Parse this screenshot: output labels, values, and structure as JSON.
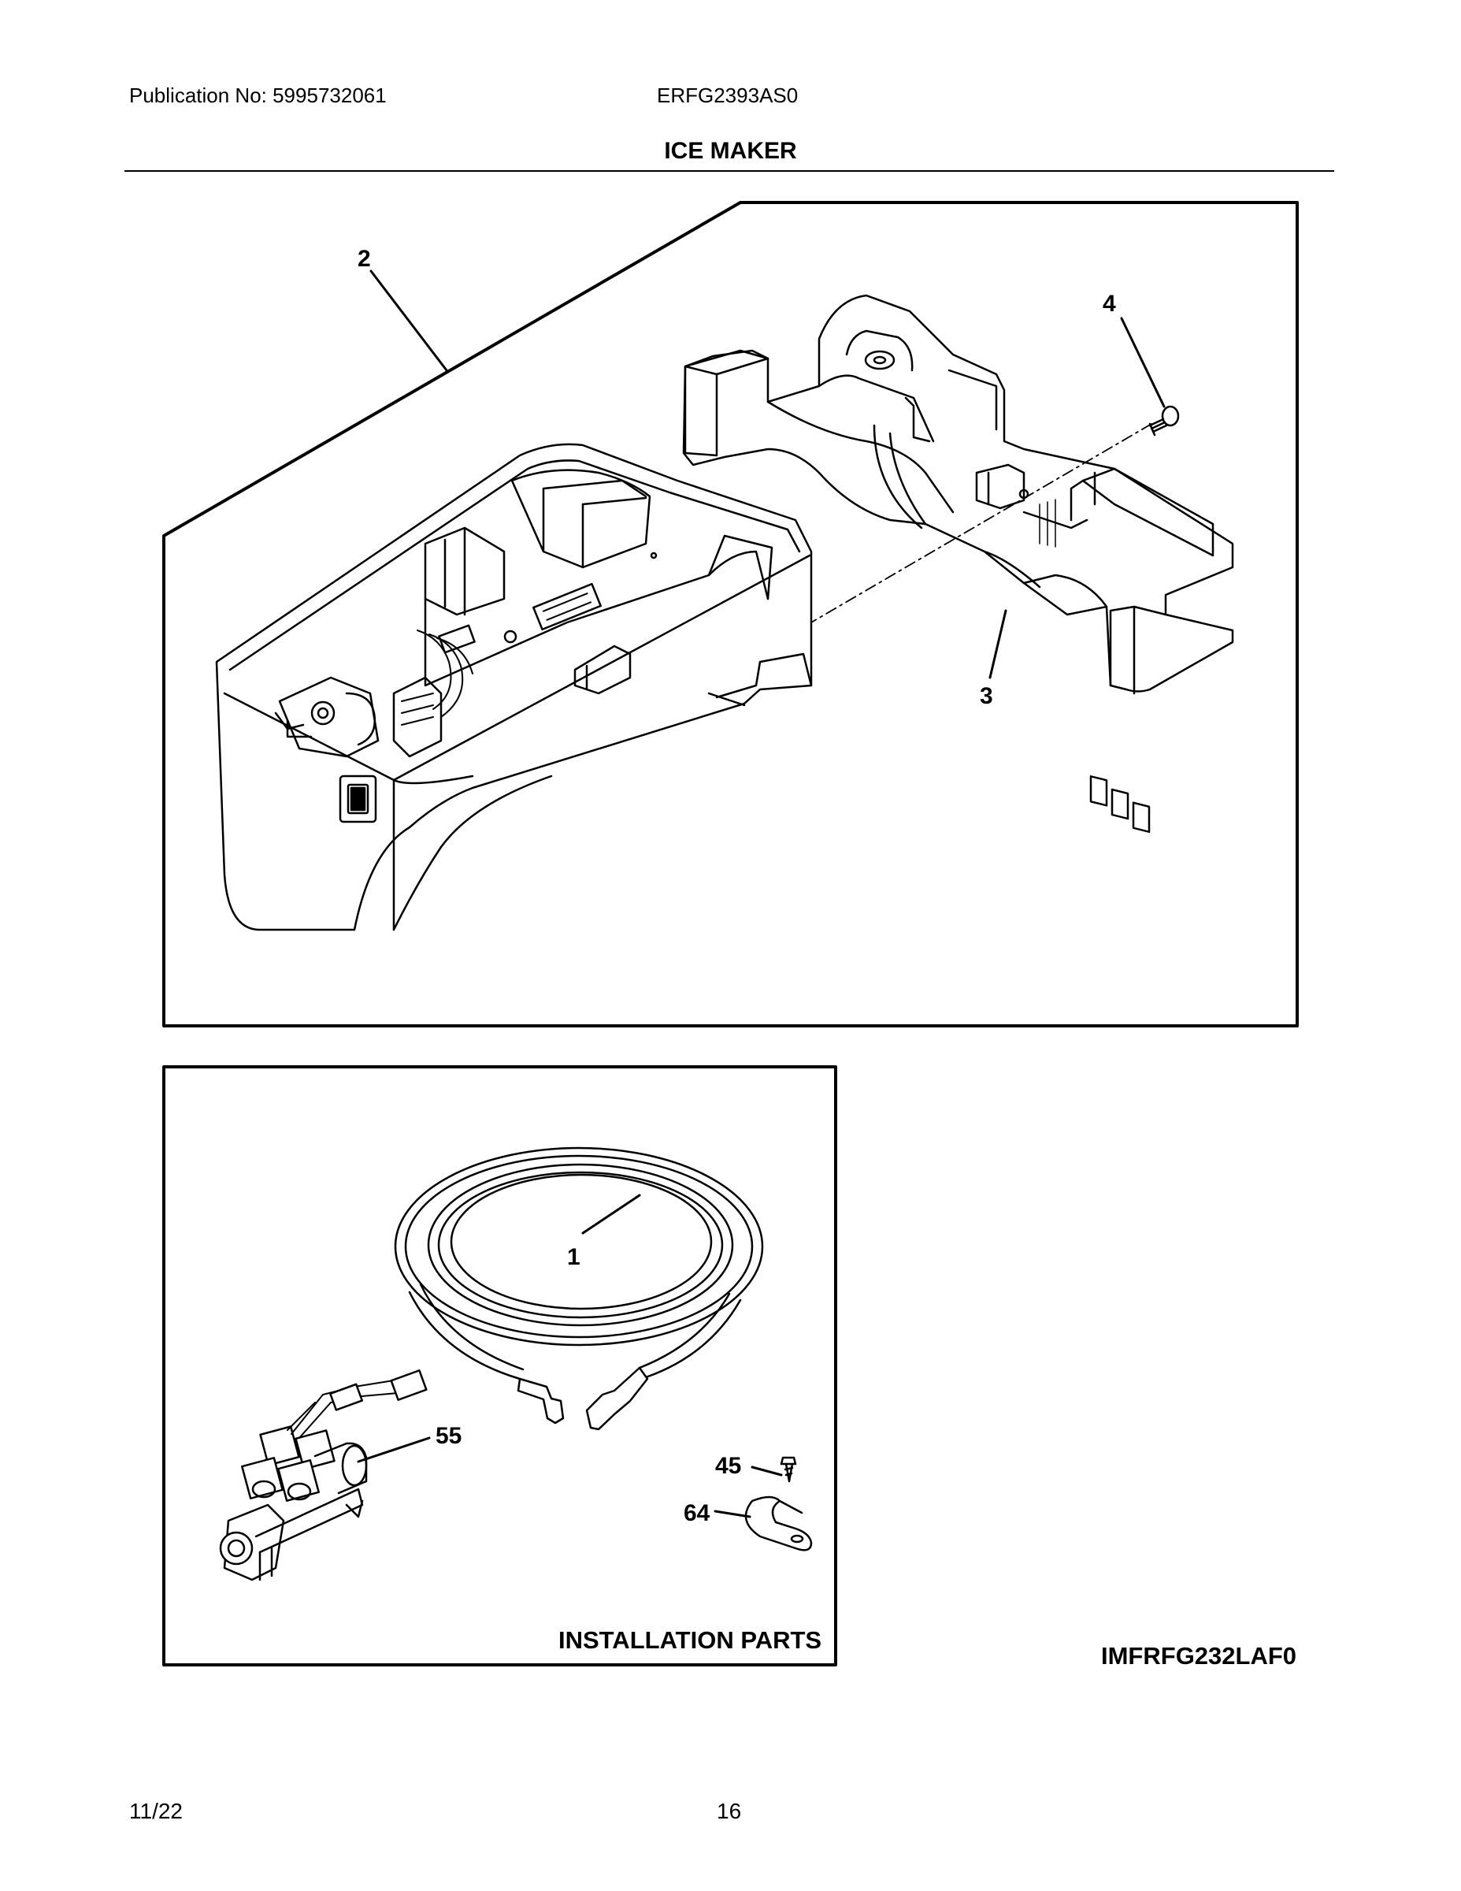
{
  "header": {
    "publication": "Publication No: 5995732061",
    "model": "ERFG2393AS0",
    "section_title": "ICE MAKER"
  },
  "callouts": {
    "part_2": "2",
    "part_4": "4",
    "part_3": "3",
    "part_1": "1",
    "part_55": "55",
    "part_45": "45",
    "part_64": "64"
  },
  "installation_label": "INSTALLATION PARTS",
  "diagram_code": "IMFRFG232LAF0",
  "footer": {
    "date": "11/22",
    "page_number": "16"
  }
}
